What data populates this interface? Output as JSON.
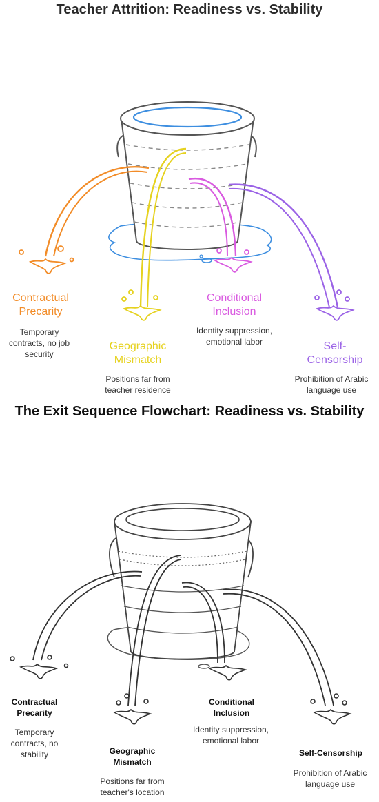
{
  "top": {
    "title": "Teacher Attrition: Readiness vs. Stability",
    "items": [
      {
        "label": "Contractual Precarity",
        "desc": "Temporary contracts, no job security",
        "color": "#f28c28"
      },
      {
        "label": "Geographic Mismatch",
        "desc": "Positions far from teacher residence",
        "color": "#e6d21f"
      },
      {
        "label": "Conditional Inclusion",
        "desc": "Identity suppression, emotional labor",
        "color": "#d95ae0"
      },
      {
        "label": "Self-Censorship",
        "desc": "Prohibition of Arabic language use",
        "color": "#9b63e6"
      }
    ]
  },
  "bottom": {
    "title": "The Exit Sequence Flowchart: Readiness vs. Stability",
    "items": [
      {
        "label": "Contractual Precarity",
        "desc": "Temporary contracts, no stability"
      },
      {
        "label": "Geographic Mismatch",
        "desc": "Positions far from teacher's location"
      },
      {
        "label": "Conditional Inclusion",
        "desc": "Identity suppression, emotional labor"
      },
      {
        "label": "Self-Censorship",
        "desc": "Prohibition of Arabic language use"
      }
    ]
  }
}
